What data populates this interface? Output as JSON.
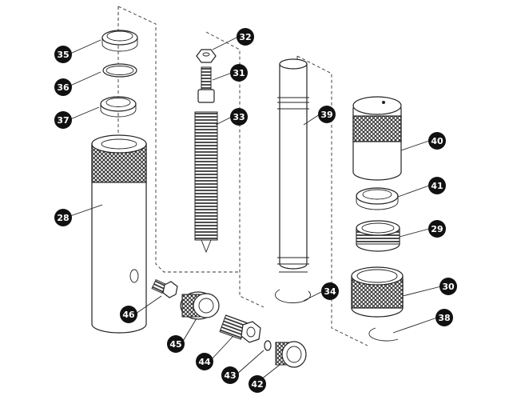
{
  "diagram": {
    "callouts": [
      {
        "id": "c35",
        "label": "35"
      },
      {
        "id": "c36",
        "label": "36"
      },
      {
        "id": "c37",
        "label": "37"
      },
      {
        "id": "c28",
        "label": "28"
      },
      {
        "id": "c32",
        "label": "32"
      },
      {
        "id": "c31",
        "label": "31"
      },
      {
        "id": "c33",
        "label": "33"
      },
      {
        "id": "c39",
        "label": "39"
      },
      {
        "id": "c40",
        "label": "40"
      },
      {
        "id": "c41",
        "label": "41"
      },
      {
        "id": "c29",
        "label": "29"
      },
      {
        "id": "c30",
        "label": "30"
      },
      {
        "id": "c34",
        "label": "34"
      },
      {
        "id": "c38",
        "label": "38"
      },
      {
        "id": "c46",
        "label": "46"
      },
      {
        "id": "c45",
        "label": "45"
      },
      {
        "id": "c44",
        "label": "44"
      },
      {
        "id": "c43",
        "label": "43"
      },
      {
        "id": "c42",
        "label": "42"
      }
    ],
    "colors": {
      "ink": "#222222",
      "callout_fill": "#111111",
      "callout_text": "#ffffff",
      "background": "#ffffff"
    }
  }
}
